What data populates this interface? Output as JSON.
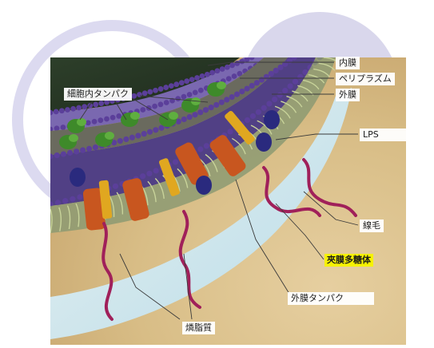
{
  "labels": {
    "inner_membrane": "内膜",
    "periplasm": "ペリプラズム",
    "outer_membrane": "外膜",
    "lps": "LPS",
    "pilus": "線毛",
    "capsule": "夾膜多糖体",
    "outer_membrane_protein": "外膜タンパク",
    "intracellular_protein": "細胞内タンパク",
    "phospholipid": "燐脂質"
  },
  "colors": {
    "background_circles": "#d9d7ec",
    "inner_membrane_head": "#5b3f9a",
    "intracellular_protein": "#3e8a2a",
    "outer_membrane_protein": "#c8561f",
    "lps_protein": "#2a2a7e",
    "yellow_protein": "#e0a720",
    "pilus": "#a0205a",
    "capsule": "#c7e6f2",
    "sand_background": "#d9c18a",
    "highlight": "#f6f200"
  }
}
